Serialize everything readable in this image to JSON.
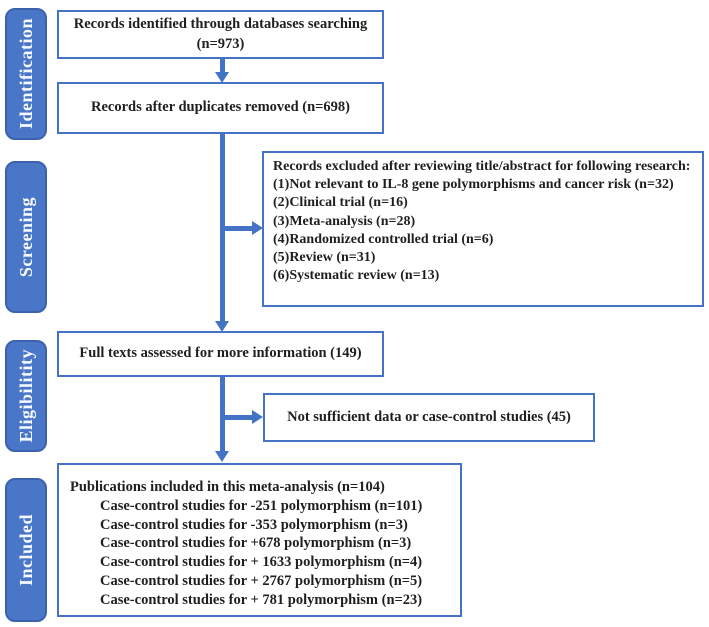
{
  "palette": {
    "accent_blue": "#4472c4",
    "stage_fill": "#4a76c8",
    "stage_border": "#3a62ad",
    "stage_text": "#f6f9ff",
    "box_text": "#1f1f1f",
    "box_background": "#ffffff"
  },
  "sidebar": {
    "stages": [
      {
        "label": "Identification"
      },
      {
        "label": "Screening"
      },
      {
        "label": "Eligibilitity"
      },
      {
        "label": "Included"
      }
    ]
  },
  "boxes": {
    "identified": {
      "line1": "Records identified through databases searching",
      "line2": "(n=973)"
    },
    "duplicates": {
      "text": "Records after duplicates removed (n=698)"
    },
    "excluded": {
      "intro": "Records excluded after reviewing title/abstract for following research:",
      "items": [
        "(1)Not relevant to IL-8 gene polymorphisms and cancer risk (n=32)",
        "(2)Clinical trial (n=16)",
        "(3)Meta-analysis (n=28)",
        "(4)Randomized controlled trial (n=6)",
        "(5)Review (n=31)",
        "(6)Systematic review (n=13)"
      ]
    },
    "fulltext": {
      "text": "Full texts assessed for more information (149)"
    },
    "notsufficient": {
      "text": "Not sufficient data or case-control studies (45)"
    },
    "included": {
      "title": "Publications included in this meta-analysis (n=104)",
      "items": [
        "Case-control studies for -251 polymorphism (n=101)",
        "Case-control studies for -353 polymorphism (n=3)",
        "Case-control studies for +678 polymorphism (n=3)",
        "Case-control studies for + 1633 polymorphism (n=4)",
        "Case-control studies for + 2767 polymorphism (n=5)",
        "Case-control studies for + 781 polymorphism (n=23)"
      ]
    }
  }
}
